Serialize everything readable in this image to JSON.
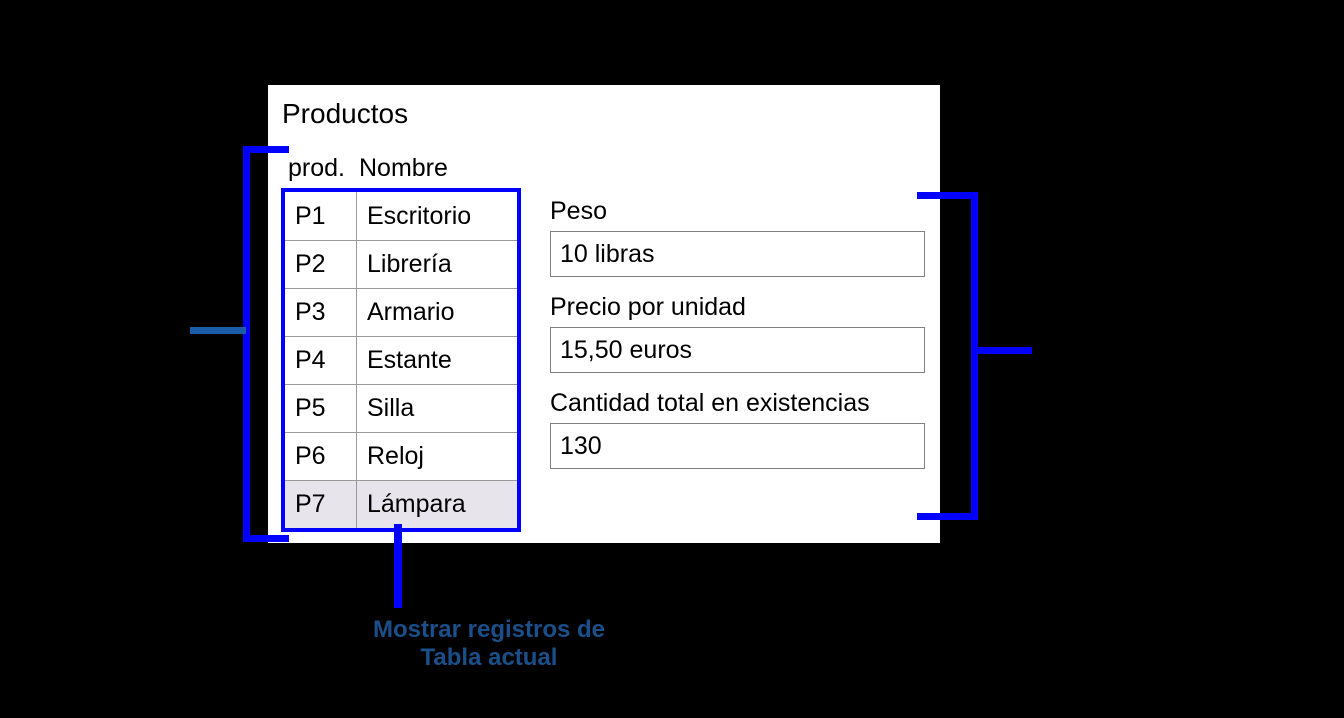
{
  "panel": {
    "title": "Productos",
    "columns": [
      "prod.",
      "Nombre"
    ],
    "rows": [
      {
        "code": "P1",
        "name": "Escritorio",
        "selected": false
      },
      {
        "code": "P2",
        "name": "Librería",
        "selected": false
      },
      {
        "code": "P3",
        "name": "Armario",
        "selected": false
      },
      {
        "code": "P4",
        "name": "Estante",
        "selected": false
      },
      {
        "code": "P5",
        "name": "Silla",
        "selected": false
      },
      {
        "code": "P6",
        "name": "Reloj",
        "selected": false
      },
      {
        "code": "P7",
        "name": "Lámpara",
        "selected": true
      }
    ],
    "fields": [
      {
        "label": "Peso",
        "value": "10 libras"
      },
      {
        "label": "Precio por unidad",
        "value": "15,50 euros"
      },
      {
        "label": "Cantidad total en existencias",
        "value": "130"
      }
    ]
  },
  "annotations": {
    "caption_line1": "Mostrar registros de",
    "caption_line2": "Tabla actual"
  },
  "colors": {
    "bracket_blue": "#0000ff",
    "leader_steel_blue": "#1a5ca8",
    "caption_navy": "#1a4f8a",
    "selected_row": "#e8e4ec",
    "panel_bg": "#ffffff",
    "page_bg": "#000000",
    "field_border": "#808080",
    "grid_line": "#9a9a9a"
  }
}
